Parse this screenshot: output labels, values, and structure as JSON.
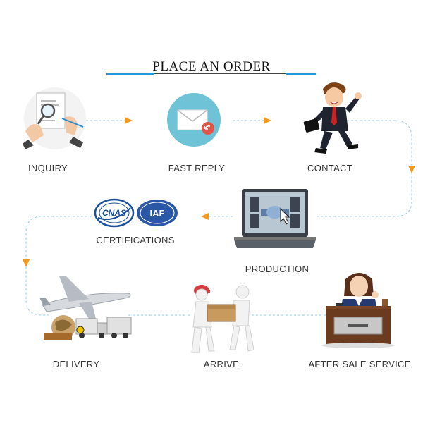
{
  "title": "PLACE AN ORDER",
  "steps": {
    "inquiry": "INQUIRY",
    "fast_reply": "FAST REPLY",
    "contact": "CONTACT",
    "production": "PRODUCTION",
    "certifications": "CERTIFICATIONS",
    "delivery": "DELIVERY",
    "arrive": "ARRIVE",
    "after_sale": "AFTER SALE SERVICE"
  },
  "logos": {
    "cnas": "CNAS",
    "iaf": "IAF"
  },
  "colors": {
    "accent_blue": "#1e9be0",
    "arrow_orange": "#f39a1e",
    "dotted_line": "#8fcde8",
    "circle_teal": "#6fc3d6"
  }
}
